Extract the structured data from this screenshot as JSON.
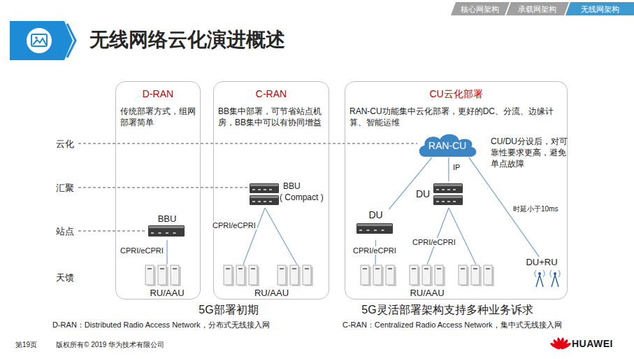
{
  "diagram": {
    "title": "无线网络云化演进概述",
    "nodes": [
      {
        "text": [
          "D-RAN",
          "传统部署方式，组网部署简单"
        ]
      },
      {
        "text": [
          "BBU"
        ],
        "in": 0
      },
      {
        "text": [
          "RU/AAU"
        ],
        "in": 0
      },
      {
        "text": [
          "C-RAN",
          "BB集中部署，可节省站点机房，BB集中可以有协同增益"
        ]
      },
      {
        "text": [
          "BBU",
          "( Compact )"
        ],
        "in": 3
      },
      {
        "text": [
          "RU/AAU"
        ],
        "in": 3
      },
      {
        "text": [
          "CU云化部署",
          "RAN-CU功能集中云化部署，更好的DC、分流、边缘计算、智能运维"
        ]
      },
      {
        "text": [
          "RAN-CU"
        ],
        "in": 6
      },
      {
        "text": [
          "DU"
        ],
        "in": 6
      },
      {
        "text": [
          "DU"
        ],
        "in": 6
      },
      {
        "text": [
          "RU/AAU"
        ],
        "in": 6
      },
      {
        "text": [
          "DU+RU"
        ],
        "in": 6
      }
    ],
    "edges": [
      {
        "from": 1,
        "to": 2,
        "arrow": "none",
        "label": "CPRI/eCPRI"
      },
      {
        "from": 4,
        "to": 5,
        "arrow": "none",
        "label": "CPRI/eCPRI"
      },
      {
        "from": 7,
        "to": 8,
        "arrow": "none",
        "label": "IP"
      },
      {
        "from": 7,
        "to": 9,
        "arrow": "none"
      },
      {
        "from": 7,
        "to": 11,
        "arrow": "none",
        "label": "时延小于10ms"
      },
      {
        "from": 8,
        "to": 10,
        "arrow": "none",
        "label": "CPRI/eCPRI"
      },
      {
        "from": 9,
        "to": 10,
        "arrow": "none",
        "label": "CPRI/eCPRI"
      }
    ],
    "labels": [
      "核心网架构",
      "承载网架构",
      "无线网架构",
      "云化",
      "汇聚",
      "站点",
      "天馈",
      "CU/DU分设后，对可靠性要求更高，避免单点故障",
      "5G部署初期",
      "5G灵活部署架构支持多种业务诉求",
      "D-RAN：Distributed Radio Access Network，分布式无线接入网",
      "C-RAN：Centralized Radio Access Network，集中式无线接入网",
      "第19页",
      "版权所有© 2019 华为技术有限公司",
      "HUAWEI"
    ]
  }
}
